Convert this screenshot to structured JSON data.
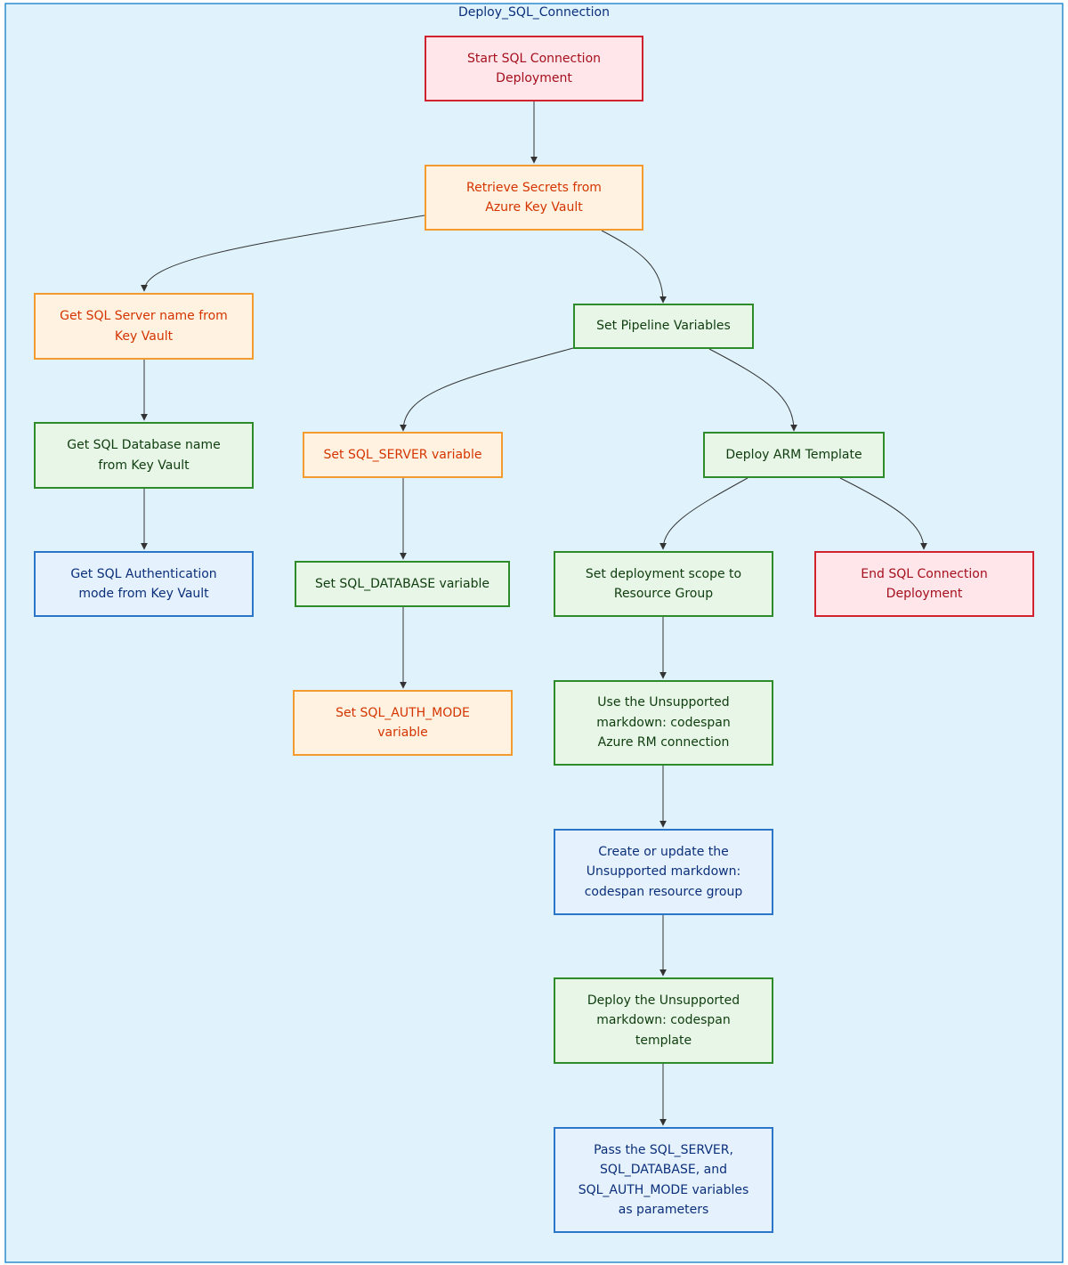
{
  "cluster": {
    "title": "Deploy_SQL_Connection"
  },
  "nodes": {
    "start": "Start SQL Connection\nDeployment",
    "retrieve_secrets": "Retrieve Secrets from\nAzure Key Vault",
    "get_server": "Get SQL Server name from\nKey Vault",
    "get_database": "Get SQL Database name\nfrom Key Vault",
    "get_auth": "Get SQL Authentication\nmode from Key Vault",
    "set_pipeline": "Set Pipeline Variables",
    "set_server_var": "Set SQL_SERVER variable",
    "set_database_var": "Set SQL_DATABASE variable",
    "set_auth_var": "Set SQL_AUTH_MODE\nvariable",
    "deploy_arm": "Deploy ARM Template",
    "set_scope": "Set deployment scope to\nResource Group",
    "end": "End SQL Connection\nDeployment",
    "use_connection": "Use the Unsupported\nmarkdown: codespan\nAzure RM connection",
    "create_rg": "Create or update the\nUnsupported markdown:\ncodespan resource group",
    "deploy_template": "Deploy the Unsupported\nmarkdown: codespan\ntemplate",
    "pass_params": "Pass the SQL_SERVER,\nSQL_DATABASE, and\nSQL_AUTH_MODE variables\nas parameters"
  },
  "colors": {
    "cluster_fill": "#e0f3fc",
    "cluster_border": "#2b8ccf",
    "edge": "#333333"
  }
}
